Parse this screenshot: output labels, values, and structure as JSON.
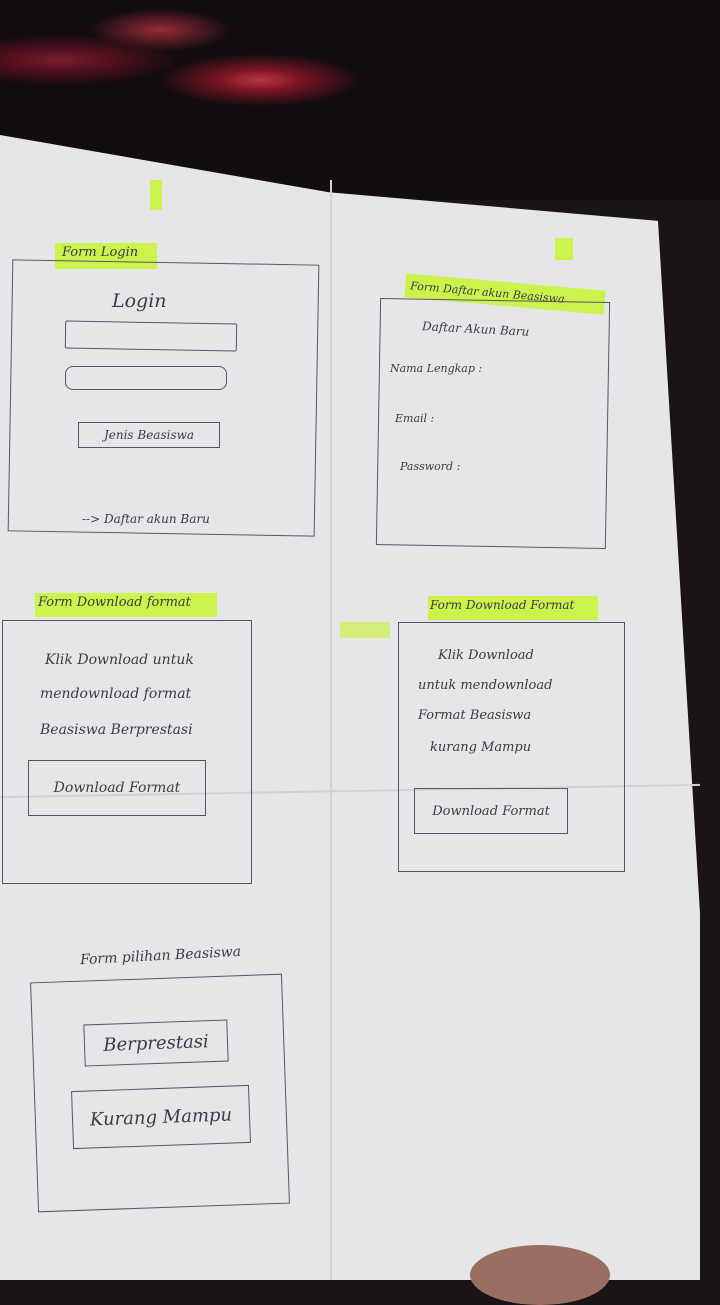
{
  "login_form": {
    "tag": "Form Login",
    "title": "Login",
    "button": "Jenis Beasiswa",
    "link": "--> Daftar akun Baru"
  },
  "register_form": {
    "tag": "Form Daftar akun Beasiswa",
    "title": "Daftar Akun Baru",
    "fields": [
      "Nama Lengkap :",
      "Email :",
      "Password :"
    ]
  },
  "download_form_1": {
    "tag": "Form Download format",
    "text": [
      "Klik Download untuk",
      "mendownload format",
      "Beasiswa Berprestasi"
    ],
    "button": "Download Format"
  },
  "download_form_2": {
    "tag": "Form Download Format",
    "text": [
      "Klik Download",
      "untuk mendownload",
      "Format Beasiswa",
      "kurang Mampu"
    ],
    "button": "Download Format"
  },
  "choice_form": {
    "tag": "Form pilihan Beasiswa",
    "buttons": [
      "Berprestasi",
      "Kurang Mampu"
    ]
  },
  "colors": {
    "highlighter": "#c7f52f",
    "paper": "#e6e6e8",
    "ink": "#3a3a4a"
  }
}
